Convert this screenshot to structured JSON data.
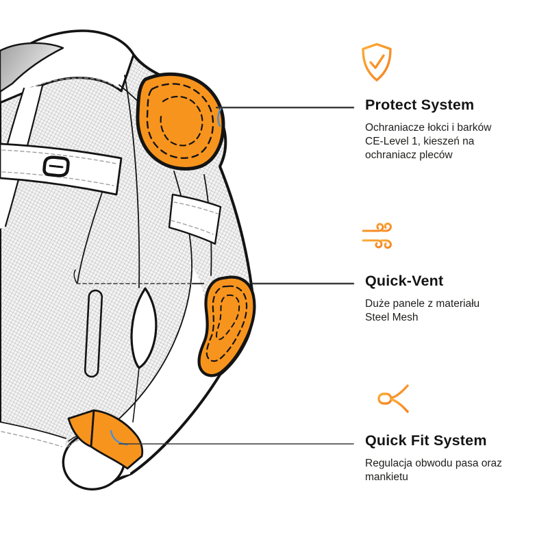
{
  "page": {
    "type": "product-feature-infographic",
    "background": "#ffffff"
  },
  "palette": {
    "highlight_orange": "#F7941E",
    "icon_orange_light": "#FBAC38",
    "icon_orange_dark": "#F58220",
    "outline_black": "#141414",
    "mesh_grey": "#a8a8a8",
    "stitch_grey": "#999999",
    "connector_dark": "#3a3a3a",
    "pointer_blue": "#4a8fd4",
    "text_dark": "#1d1d1b"
  },
  "illustration": {
    "label": "motorcycle-jacket-technical-drawing",
    "highlighted_parts": [
      "shoulder-protector",
      "elbow-protector",
      "cuff-adjustment-strap"
    ]
  },
  "features": [
    {
      "id": "protect-system",
      "icon": "shield-check-icon",
      "title": "Protect System",
      "description": "Ochraniacze łokci i barków\nCE-Level 1, kieszeń na\nochraniacz pleców"
    },
    {
      "id": "quick-vent",
      "icon": "wind-icon",
      "title": "Quick-Vent",
      "description": "Duże panele z materiału\nSteel Mesh"
    },
    {
      "id": "quick-fit-system",
      "icon": "drawstring-toggle-icon",
      "title": "Quick Fit System",
      "description": "Regulacja obwodu pasa oraz\nmankietu"
    }
  ]
}
